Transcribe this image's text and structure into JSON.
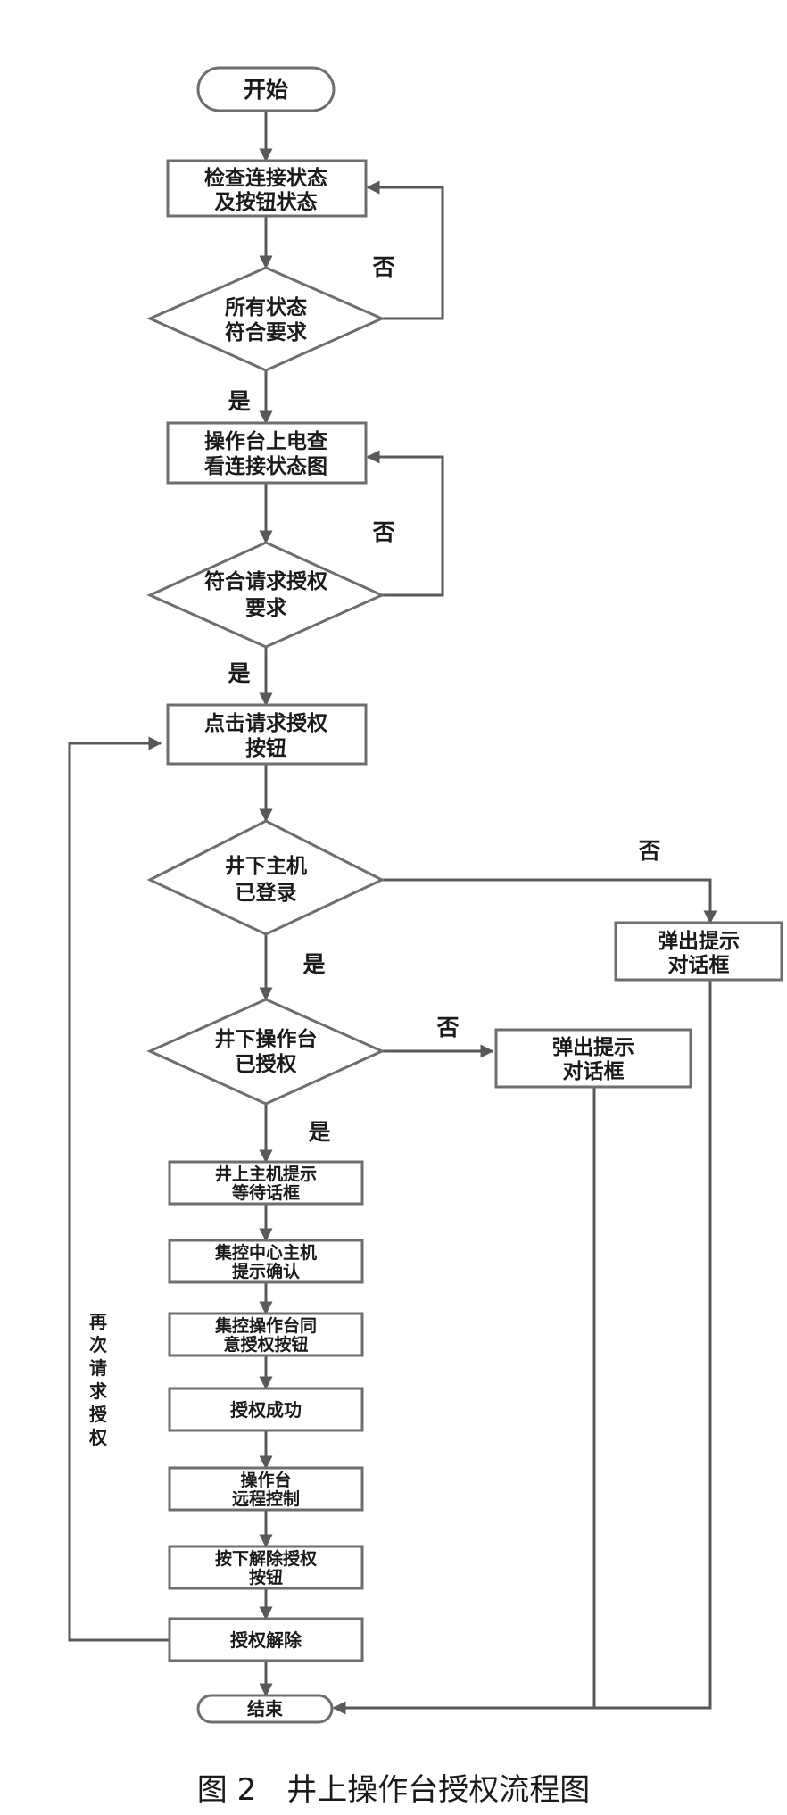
{
  "start": "开始",
  "check_state": [
    "检查连接状态",
    "及按钮状态"
  ],
  "all_ok": [
    "所有状态",
    "符合要求"
  ],
  "power_on": [
    "操作台上电查",
    "看连接状态图"
  ],
  "req_ok": [
    "符合请求授权",
    "要求"
  ],
  "click_request": [
    "点击请求授权",
    "按钮"
  ],
  "host_logged": [
    "井下主机",
    "已登录"
  ],
  "popup_a": [
    "弹出提示",
    "对话框"
  ],
  "console_auth": [
    "井下操作台",
    "已授权"
  ],
  "popup_b": [
    "弹出提示",
    "对话框"
  ],
  "up_wait": [
    "井上主机提示",
    "等待话框"
  ],
  "center_confirm": [
    "集控中心主机",
    "提示确认"
  ],
  "center_agree": [
    "集控操作台同",
    "意授权按钮"
  ],
  "auth_success": "授权成功",
  "remote_ctrl": [
    "操作台",
    "远程控制"
  ],
  "press_release": [
    "按下解除授权",
    "按钮"
  ],
  "auth_released": "授权解除",
  "end": "结束",
  "labels": {
    "yes": "是",
    "no": "否"
  },
  "retry_label": [
    "再",
    "次",
    "请",
    "求",
    "授",
    "权"
  ],
  "caption": "图 2　井上操作台授权流程图"
}
